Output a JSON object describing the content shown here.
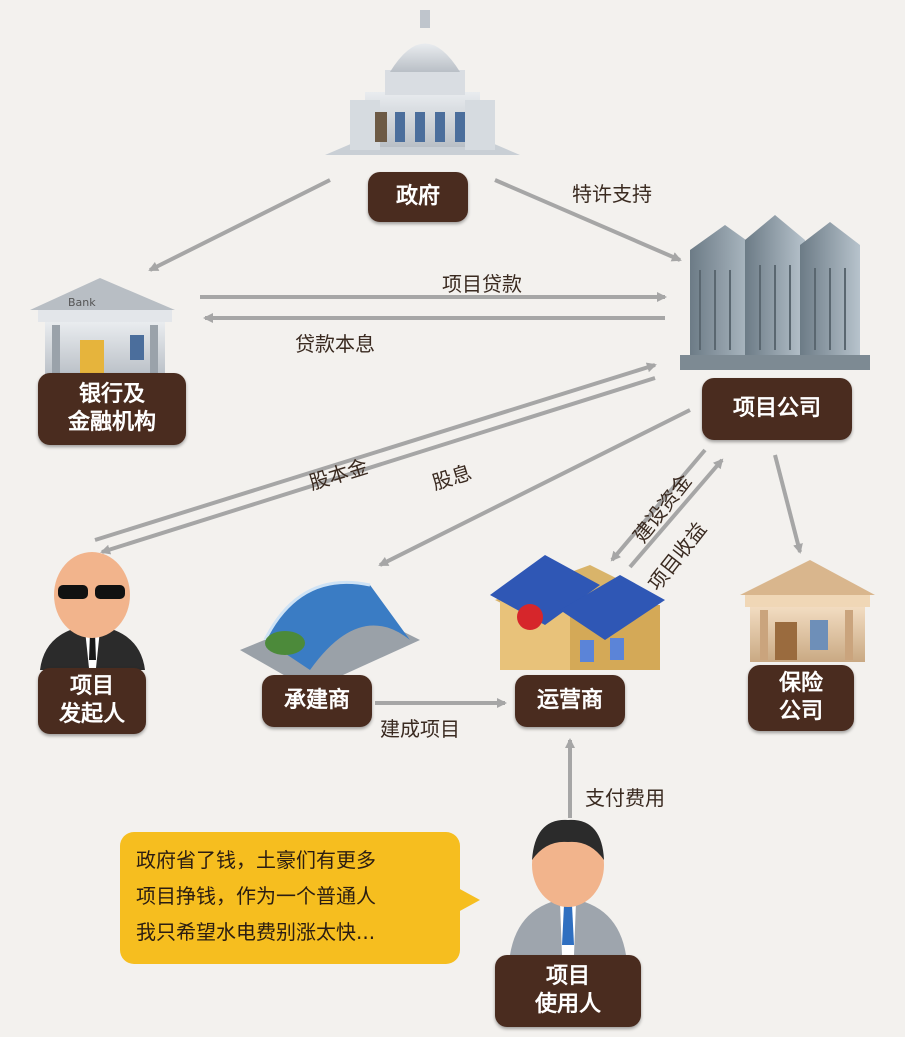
{
  "nodes": {
    "government": "政府",
    "bank": [
      "银行及",
      "金融机构"
    ],
    "project_company": "项目公司",
    "sponsor": [
      "项目",
      "发起人"
    ],
    "contractor": "承建商",
    "operator": "运营商",
    "insurance": [
      "保险",
      "公司"
    ],
    "user": [
      "项目",
      "使用人"
    ]
  },
  "edges": {
    "franchise_support": "特许支持",
    "project_loan": "项目贷款",
    "loan_principal_interest": "贷款本息",
    "equity": "股本金",
    "dividend": "股息",
    "construction_funds": "建设资金",
    "project_revenue": "项目收益",
    "completed_project": "建成项目",
    "payment": "支付费用"
  },
  "bubble": {
    "lines": [
      "政府省了钱，土豪们有更多",
      "项目挣钱，作为一个普通人",
      "我只希望水电费别涨太快..."
    ]
  },
  "icons": {
    "bank_sign": "Bank"
  },
  "colors": {
    "node_bg": "#4a2c1f",
    "arrow": "#a6a6a6",
    "bubble": "#f6be1f"
  }
}
